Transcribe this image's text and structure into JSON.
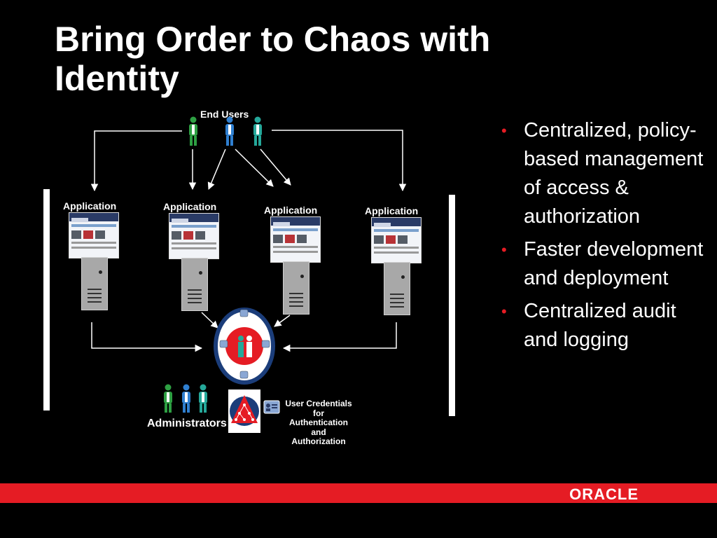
{
  "title": "Bring Order to Chaos with Identity",
  "diagram": {
    "end_users_label": "End Users",
    "application_label": "Application",
    "administrators_label": "Administrators",
    "credentials_label_lines": [
      "User Credentials",
      "for",
      "Authentication",
      "and",
      "Authorization"
    ]
  },
  "bullets": [
    "Centralized, policy-based management of access & authorization",
    "Faster development and deployment",
    "Centralized audit and logging"
  ],
  "footer": {
    "logo": "ORACLE"
  },
  "colors": {
    "accent_red": "#e51c24",
    "person_green": "#2ea043",
    "person_blue": "#2f7fd0",
    "person_teal": "#25a89a",
    "ring_blue": "#1b3d7a"
  }
}
